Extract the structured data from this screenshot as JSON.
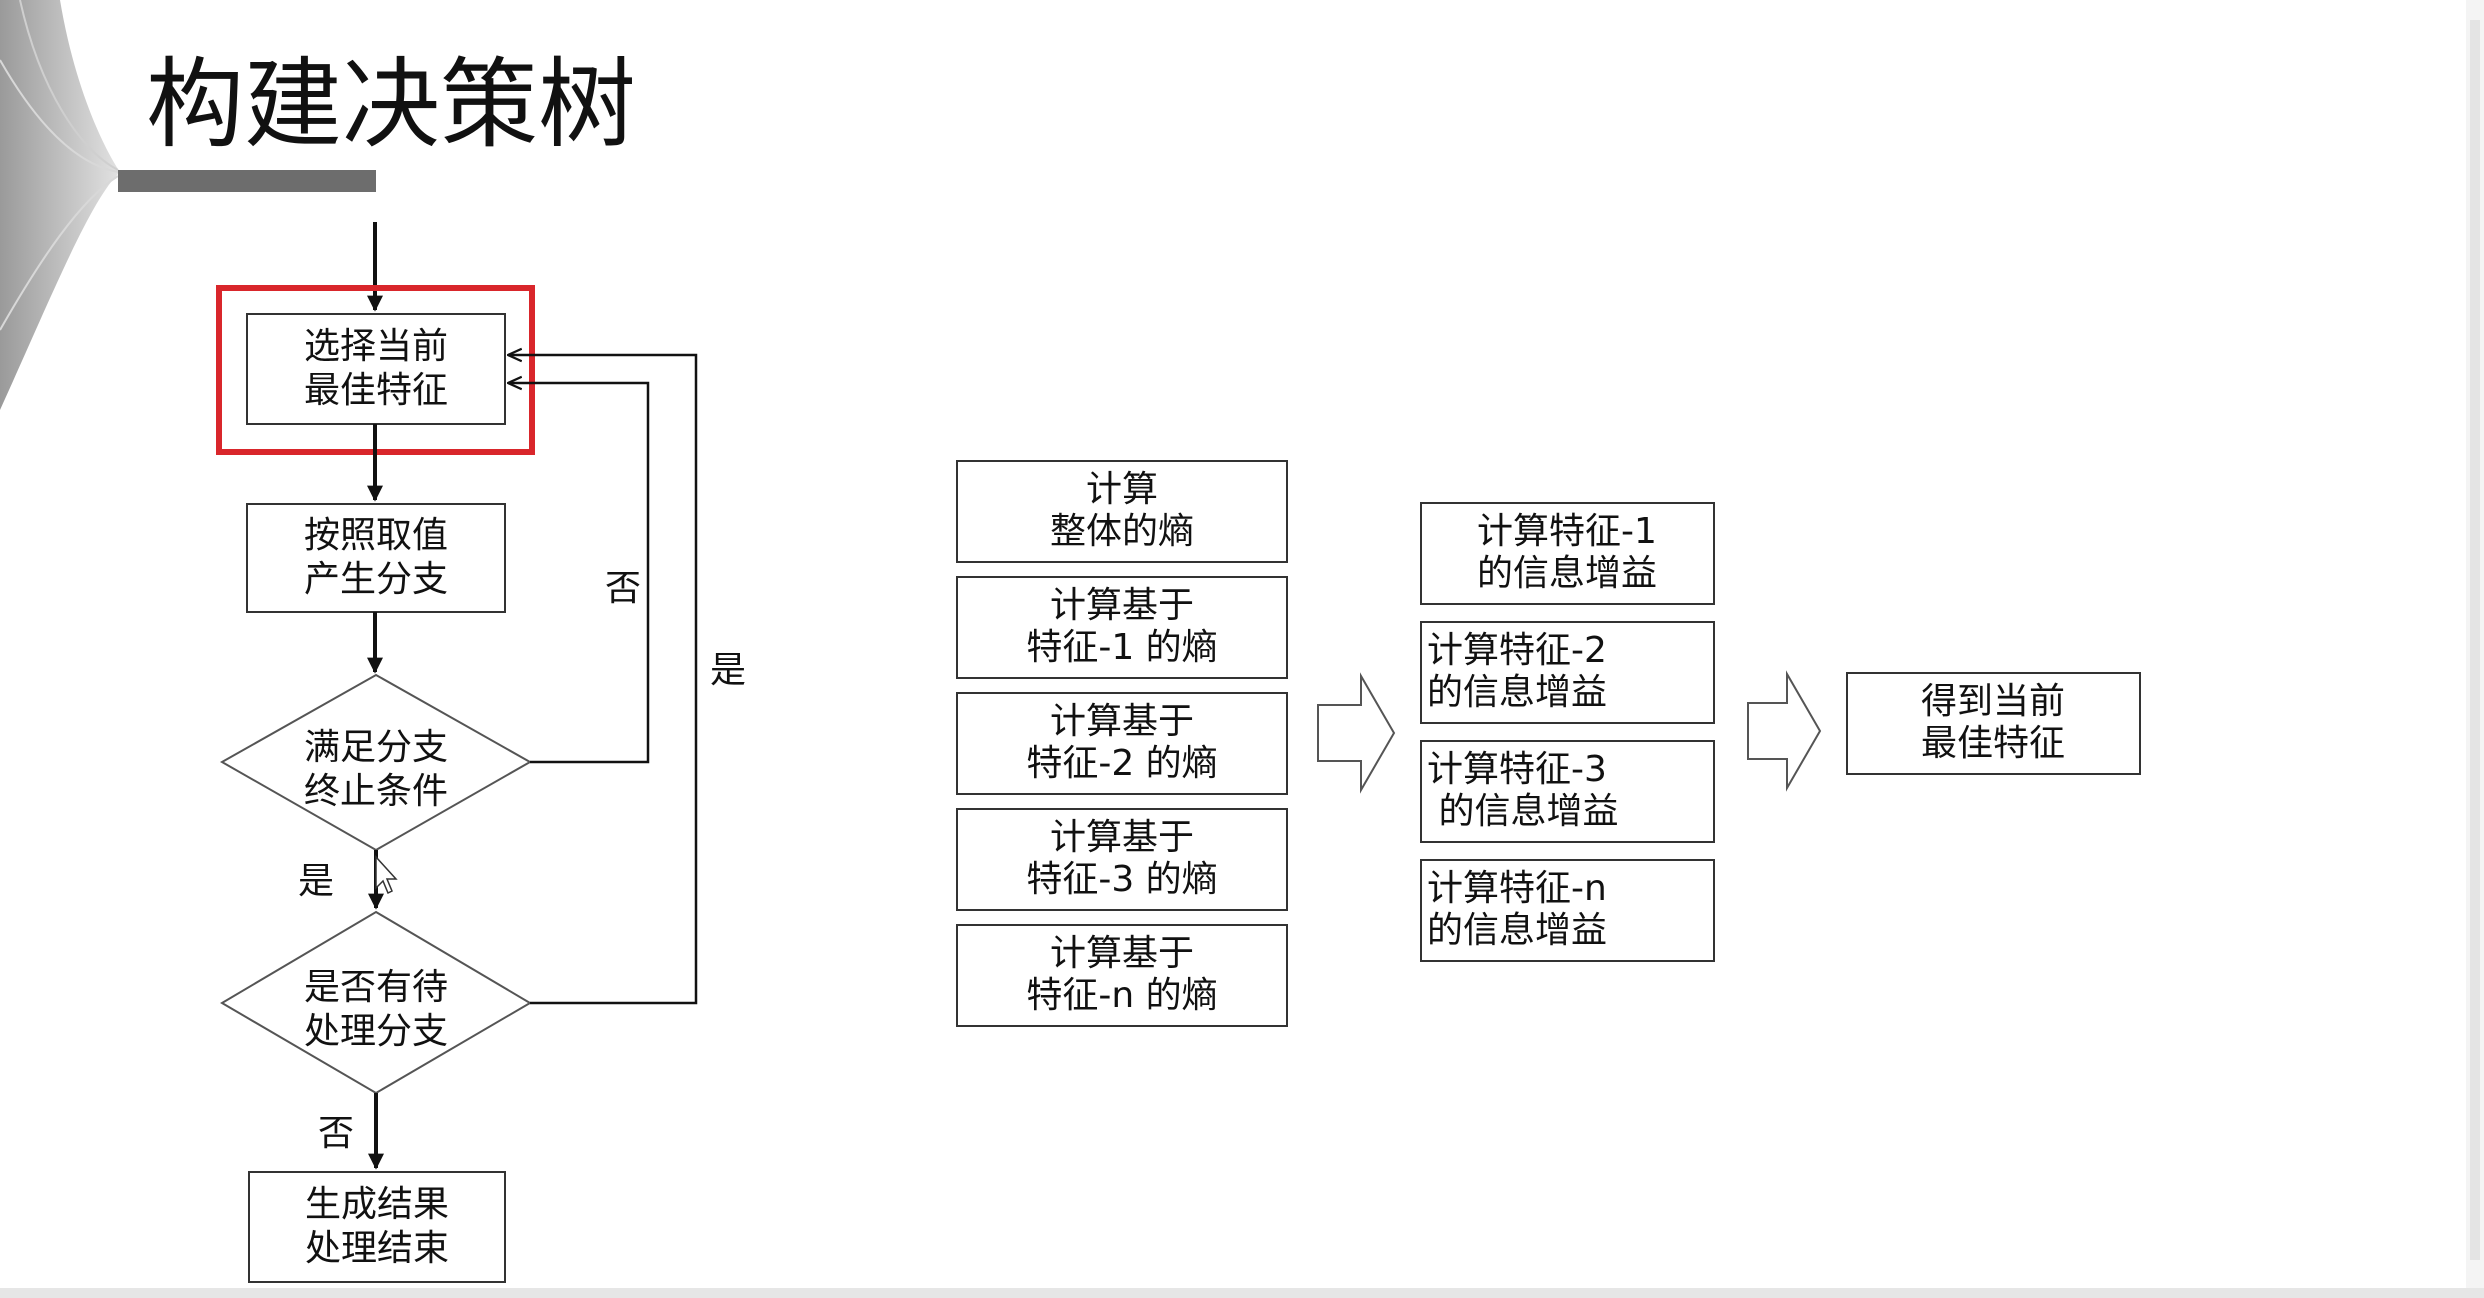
{
  "slide": {
    "title": "构建决策树"
  },
  "colors": {
    "highlight": "#d9262b",
    "title_bar": "#6d6d6d",
    "ink": "#111111",
    "box_border": "#333333"
  },
  "flowchart": {
    "select_feature": [
      "选择当前",
      "最佳特征"
    ],
    "branch": [
      "按照取值",
      "产生分支"
    ],
    "stop_check": [
      "满足分支",
      "终止条件"
    ],
    "pending_check": [
      "是否有待",
      "处理分支"
    ],
    "result": [
      "生成结果",
      "处理结束"
    ],
    "label_stop_no": "否",
    "label_stop_yes": "是",
    "label_pending_yes": "是",
    "label_pending_no": "否"
  },
  "entropy_boxes": [
    [
      "计算",
      "整体的熵"
    ],
    [
      "计算基于",
      "特征-1 的熵"
    ],
    [
      "计算基于",
      "特征-2 的熵"
    ],
    [
      "计算基于",
      "特征-3 的熵"
    ],
    [
      "计算基于",
      "特征-n 的熵"
    ]
  ],
  "gain_boxes": [
    [
      "计算特征-1",
      "的信息增益"
    ],
    [
      "计算特征-2",
      "的信息增益"
    ],
    [
      "计算特征-3",
      " 的信息增益"
    ],
    [
      "计算特征-n",
      "的信息增益"
    ]
  ],
  "result_box": [
    "得到当前",
    "最佳特征"
  ]
}
